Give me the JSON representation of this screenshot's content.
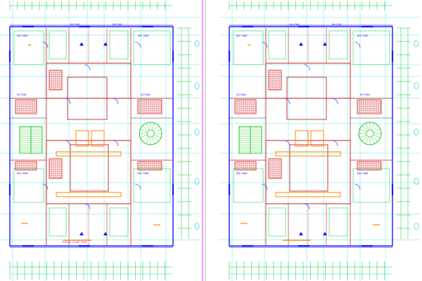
{
  "sheet": {
    "background": "#ffffff",
    "colors": {
      "outer_wall": "#1a1aff",
      "inner_wall": "#cc2222",
      "inner_wall_alt": "#ff4466",
      "grid_line": "#00cc33",
      "dimension": "#00cccc",
      "hatch": "#cc0000",
      "furniture": "#ff8800",
      "magenta": "#dd00dd",
      "sheet_border": "#666666",
      "stair": "#00bb00",
      "dark_wall": "#333333"
    },
    "icons": [
      "column-marker-icon",
      "stair-icon",
      "door-swing-icon",
      "section-arrow-icon"
    ]
  },
  "plans": [
    {
      "id": "floor-plan-left",
      "room_tags": [
        "BED ROOM",
        "BED ROOM",
        "KITCHEN",
        "KITCHEN",
        "BED ROOM",
        "BED ROOM",
        "BALCONY",
        "BALCONY"
      ],
      "title_block": "TYPICAL FLOOR PLAN"
    },
    {
      "id": "floor-plan-right",
      "room_tags": [
        "BED ROOM",
        "BED ROOM",
        "KITCHEN",
        "KITCHEN",
        "BED ROOM",
        "BED ROOM",
        "BALCONY",
        "BALCONY"
      ],
      "title_block": ""
    }
  ]
}
